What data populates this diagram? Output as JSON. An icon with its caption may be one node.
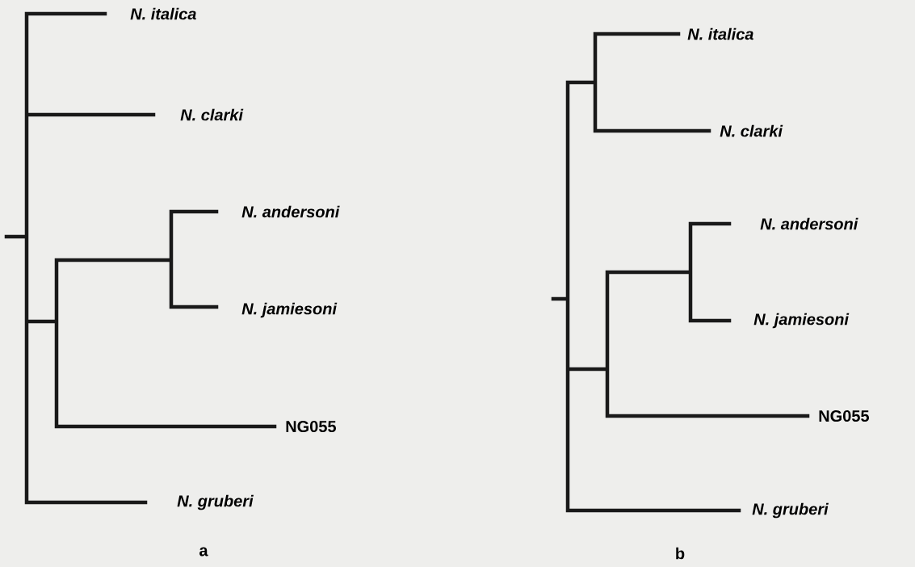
{
  "diagram": {
    "labels": [
      "N. italica",
      "N. clarki",
      "N. andersoni",
      "N. jamiesoni",
      "NG055",
      "N. gruberi",
      "a",
      "N. italica",
      "N. clarki",
      "N. andersoni",
      "N. jamiesoni",
      "NG055",
      "N. gruberi",
      "b"
    ]
  }
}
